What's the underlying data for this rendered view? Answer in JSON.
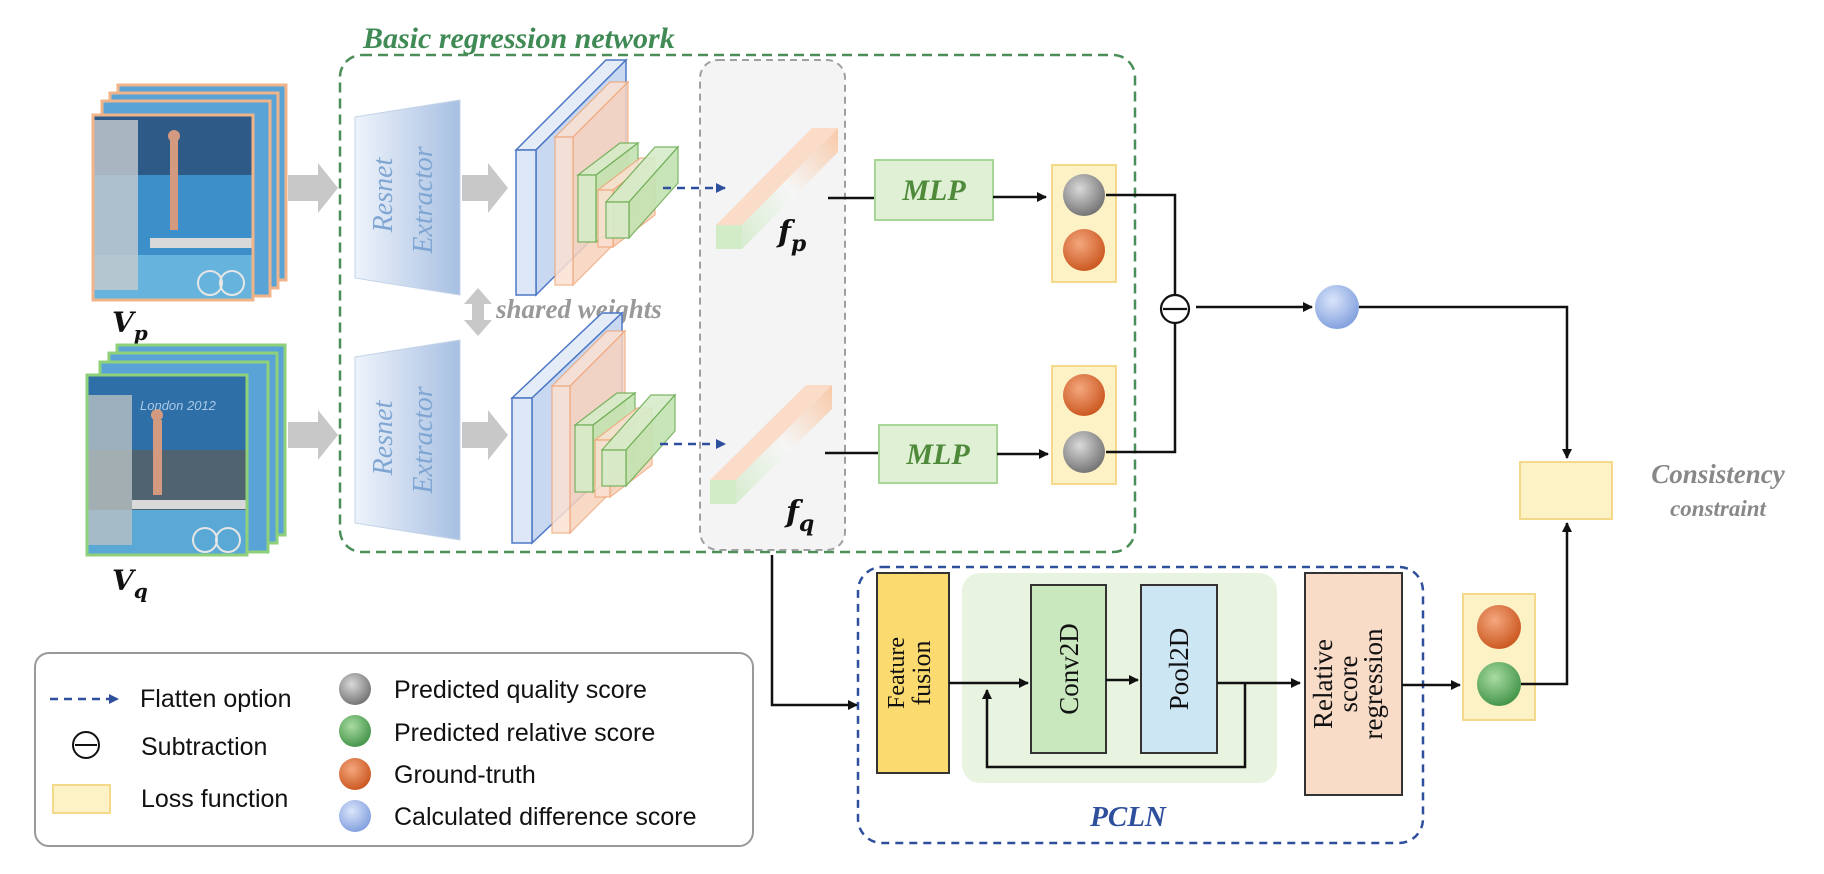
{
  "title": "Basic regression network",
  "inputs": {
    "vp_label": "V",
    "vp_sub": "p",
    "vq_label": "V",
    "vq_sub": "q",
    "frame_banner": "London 2012"
  },
  "extractor": {
    "line1": "Resnet",
    "line2": "Extractor"
  },
  "shared_weights": "shared weights",
  "features": {
    "fp_label": "f",
    "fp_sub": "p",
    "fq_label": "f",
    "fq_sub": "q"
  },
  "mlp_label": "MLP",
  "pcln": {
    "title": "PCLN",
    "feature_fusion": [
      "Feature",
      "fusion"
    ],
    "conv": "Conv2D",
    "pool": "Pool2D",
    "relative": [
      "Relative",
      "score",
      "regression"
    ]
  },
  "consistency": {
    "line1": "Consistency",
    "line2": "constraint"
  },
  "legend": {
    "flatten": "Flatten option",
    "subtraction": "Subtraction",
    "loss": "Loss function",
    "predicted_quality": "Predicted quality score",
    "predicted_relative": "Predicted relative score",
    "ground_truth": "Ground-truth",
    "difference": "Calculated difference score"
  },
  "colors": {
    "green_dash": "#4a8f5a",
    "blue_dash": "#2e4f9c",
    "mlp_fill": "#dff0d5",
    "mlp_text": "#4f8a3b",
    "loss_fill": "#fdf2c6",
    "loss_stroke": "#f5d98a",
    "fusion_fill": "#fbda6f",
    "conv_fill": "#c9e8be",
    "pool_fill": "#cde6f4",
    "relative_fill": "#f9dcc8",
    "pcln_bg": "#e8f4df",
    "extractor_text": "#7fa6d2",
    "grey_label": "#888888"
  }
}
